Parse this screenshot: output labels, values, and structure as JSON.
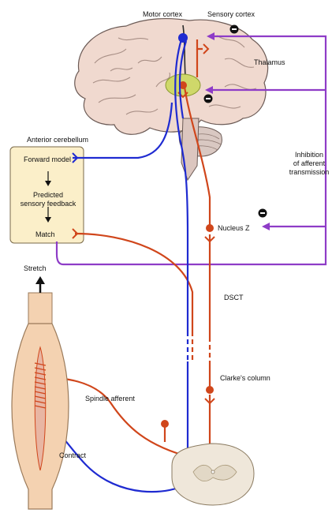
{
  "labels": {
    "motor_cortex": "Motor cortex",
    "sensory_cortex": "Sensory cortex",
    "thalamus": "Thalamus",
    "anterior_cerebellum": "Anterior cerebellum",
    "forward_model": "Forward model",
    "predicted_line1": "Predicted",
    "predicted_line2": "sensory feedback",
    "match": "Match",
    "inhibition_line1": "Inhibition",
    "inhibition_line2": "of afferent",
    "inhibition_line3": "transmission",
    "nucleus_z": "Nucleus Z",
    "dsct": "DSCT",
    "stretch": "Stretch",
    "clarkes_column": "Clarke's column",
    "spindle_afferent": "Spindle afferent",
    "contract": "Contract"
  },
  "colors": {
    "motor_pathway": "#1f2bd1",
    "sensory_pathway": "#d0461b",
    "inhibition": "#8e3cc7",
    "brain": "#f0d9cf",
    "cerebellum_box": "#fbefc9",
    "muscle": "#f4d2b1",
    "thalamus": "#cfd86a"
  }
}
